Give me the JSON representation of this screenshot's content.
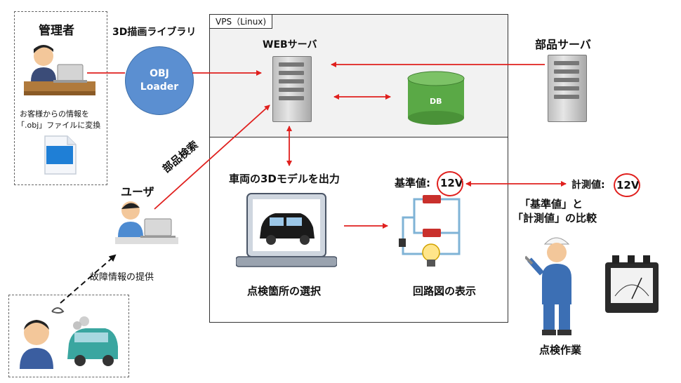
{
  "admin": {
    "title": "管理者",
    "note_line1": "お客様からの情報を",
    "note_line2": "「.obj」ファイルに変換"
  },
  "library": {
    "title": "3D描画ライブラリ",
    "line1": "OBJ",
    "line2": "Loader"
  },
  "vps": {
    "label": "VPS（Linux)",
    "web_server": "WEBサーバ",
    "db": "DB",
    "output_3d": "車両の3Dモデルを出力",
    "select_point": "点検箇所の選択",
    "circuit_display": "回路図の表示",
    "standard_label": "基準値:",
    "standard_value": "12V"
  },
  "parts_server": {
    "title": "部品サーバ"
  },
  "user": {
    "title": "ユーザ",
    "search": "部品検索",
    "fault_info": "故障情報の提供"
  },
  "measurement": {
    "label": "計測値:",
    "value": "12V",
    "compare_line1": "「基準値」と",
    "compare_line2": "「計測値」の比較",
    "work": "点検作業"
  },
  "colors": {
    "arrow": "#e0201e",
    "library_fill": "#5b8fd1",
    "db_fill": "#5aa946"
  }
}
